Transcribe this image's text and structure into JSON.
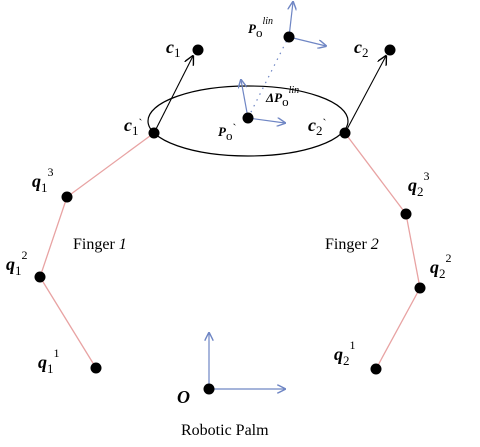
{
  "colors": {
    "link_line": "#e8a3a3",
    "ellipse": "#000000",
    "arrow_blue": "#6f86c4",
    "arrow_black": "#000000",
    "dot": "#000000"
  },
  "labels": {
    "finger1": "Finger",
    "finger1_num": "1",
    "finger2": "Finger",
    "finger2_num": "2",
    "palm": "Robotic Palm",
    "origin": "O"
  },
  "finger1_joints": [
    {
      "base": "q",
      "sub": "1",
      "sup": "1"
    },
    {
      "base": "q",
      "sub": "1",
      "sup": "2"
    },
    {
      "base": "q",
      "sub": "1",
      "sup": "3"
    }
  ],
  "finger2_joints": [
    {
      "base": "q",
      "sub": "2",
      "sup": "1"
    },
    {
      "base": "q",
      "sub": "2",
      "sup": "2"
    },
    {
      "base": "q",
      "sub": "2",
      "sup": "3"
    }
  ],
  "contacts": {
    "c1": {
      "base": "c",
      "sub": "1"
    },
    "c1_prime": {
      "base": "c",
      "sub": "1",
      "mark": "`"
    },
    "c2": {
      "base": "c",
      "sub": "2"
    },
    "c2_prime": {
      "base": "c",
      "sub": "2",
      "mark": "`"
    }
  },
  "object": {
    "p_lin": {
      "base": "P",
      "sub": "o",
      "sup": "lin"
    },
    "p_prime": {
      "base": "P",
      "sub": "o",
      "mark": "`"
    },
    "delta": {
      "prefix": "Δ",
      "base": "P",
      "sub": "o",
      "sup": "lin"
    }
  }
}
